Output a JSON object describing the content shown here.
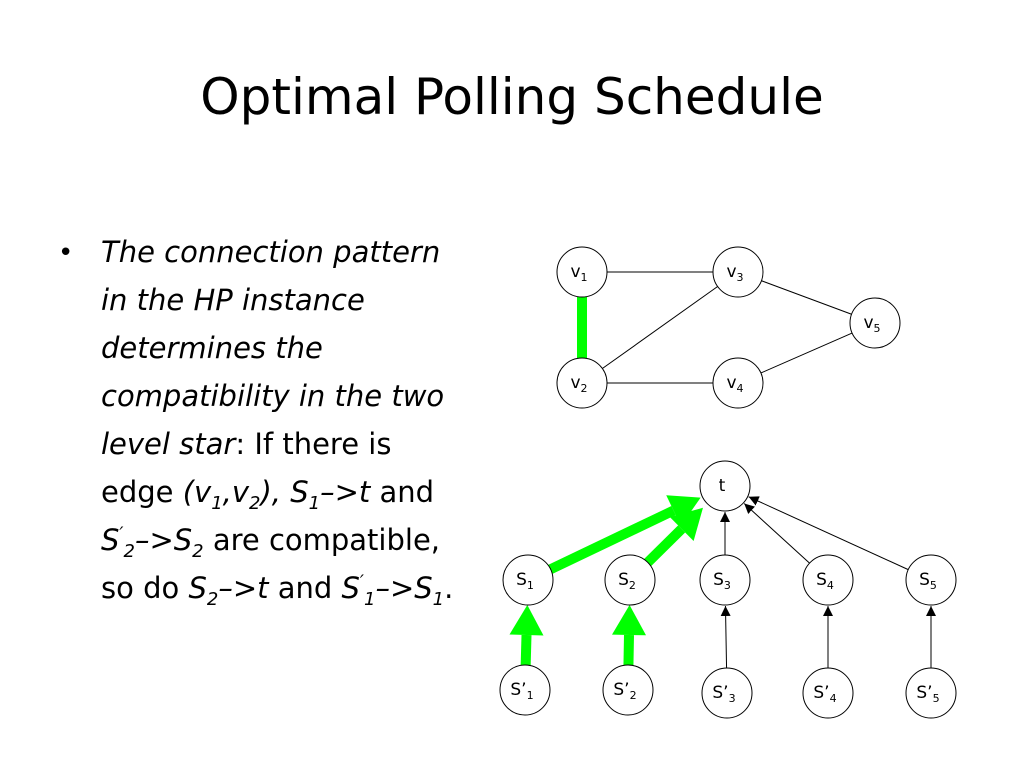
{
  "slide": {
    "title": "Optimal Polling Schedule"
  },
  "bullet": {
    "italic_intro": "The connection pattern in the HP instance determines the compatibility in the two level star",
    "after_colon": ": If there is edge ",
    "edge": {
      "open": "(v",
      "sub1": "1",
      "comma": ",v",
      "sub2": "2",
      "close": "),"
    },
    "pair1": {
      "s": "S",
      "sub": "1",
      "arrow": "–>t",
      "and": " and ",
      "sp": "S",
      "prime": "′",
      "sub2": "2",
      "arrow2": "–>S",
      "sub3": "2",
      "rest": " are compatible, so do"
    },
    "pair2": {
      "s": "S",
      "sub": "2",
      "arrow": "–>t",
      "and": " and ",
      "sp": "S",
      "prime": "′",
      "sub2": "1",
      "arrow2": "–>S",
      "sub3": "1",
      "end": "."
    }
  },
  "graph_top": {
    "nodes": [
      {
        "id": "v1",
        "base": "v",
        "sub": "1"
      },
      {
        "id": "v2",
        "base": "v",
        "sub": "2"
      },
      {
        "id": "v3",
        "base": "v",
        "sub": "3"
      },
      {
        "id": "v4",
        "base": "v",
        "sub": "4"
      },
      {
        "id": "v5",
        "base": "v",
        "sub": "5"
      }
    ],
    "edges": [
      [
        "v1",
        "v3"
      ],
      [
        "v2",
        "v3"
      ],
      [
        "v2",
        "v4"
      ],
      [
        "v3",
        "v5"
      ],
      [
        "v4",
        "v5"
      ]
    ],
    "highlighted_edge": [
      "v1",
      "v2"
    ]
  },
  "graph_bottom": {
    "root": {
      "id": "t",
      "label": "t"
    },
    "level1": [
      {
        "id": "S1",
        "base": "S",
        "sub": "1"
      },
      {
        "id": "S2",
        "base": "S",
        "sub": "2"
      },
      {
        "id": "S3",
        "base": "S",
        "sub": "3"
      },
      {
        "id": "S4",
        "base": "S",
        "sub": "4"
      },
      {
        "id": "S5",
        "base": "S",
        "sub": "5"
      }
    ],
    "level2": [
      {
        "id": "Sp1",
        "base": "S’",
        "sub": "1"
      },
      {
        "id": "Sp2",
        "base": "S’",
        "sub": "2"
      },
      {
        "id": "Sp3",
        "base": "S’",
        "sub": "3"
      },
      {
        "id": "Sp4",
        "base": "S’",
        "sub": "4"
      },
      {
        "id": "Sp5",
        "base": "S’",
        "sub": "5"
      }
    ],
    "highlighted": [
      "S1->t",
      "S2->t",
      "Sp1->S1",
      "Sp2->S2"
    ]
  },
  "colors": {
    "highlight": "#00ff00",
    "stroke": "#000000",
    "background": "#ffffff"
  }
}
